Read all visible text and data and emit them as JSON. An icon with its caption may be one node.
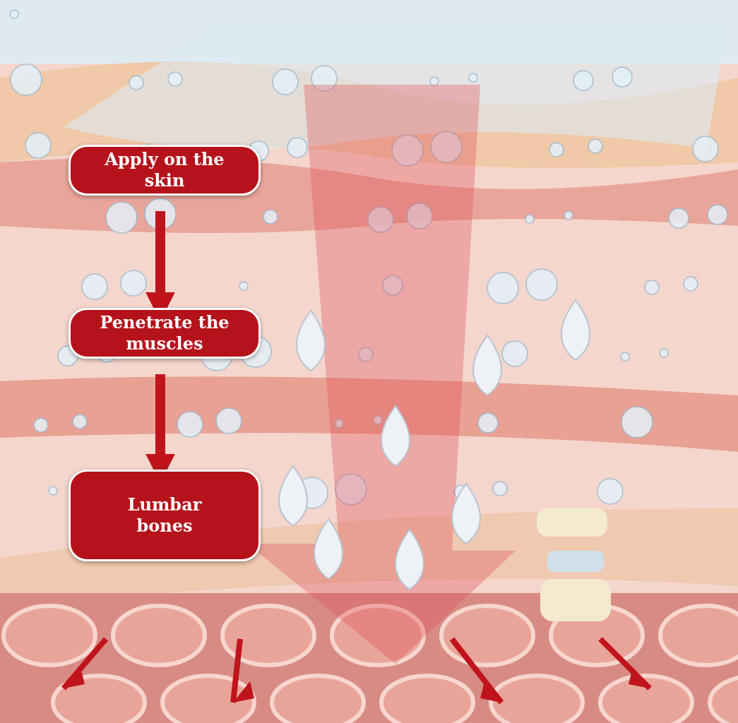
{
  "diagram": {
    "nodes": [
      {
        "text": [
          "Apply on the skin"
        ]
      },
      {
        "text": [
          "Penetrate the muscles"
        ]
      },
      {
        "text": [
          "Lumbar bones"
        ]
      }
    ],
    "edges": [
      {
        "from": 0,
        "to": 1,
        "arrow": "to"
      },
      {
        "from": 1,
        "to": 2,
        "arrow": "to"
      }
    ]
  }
}
